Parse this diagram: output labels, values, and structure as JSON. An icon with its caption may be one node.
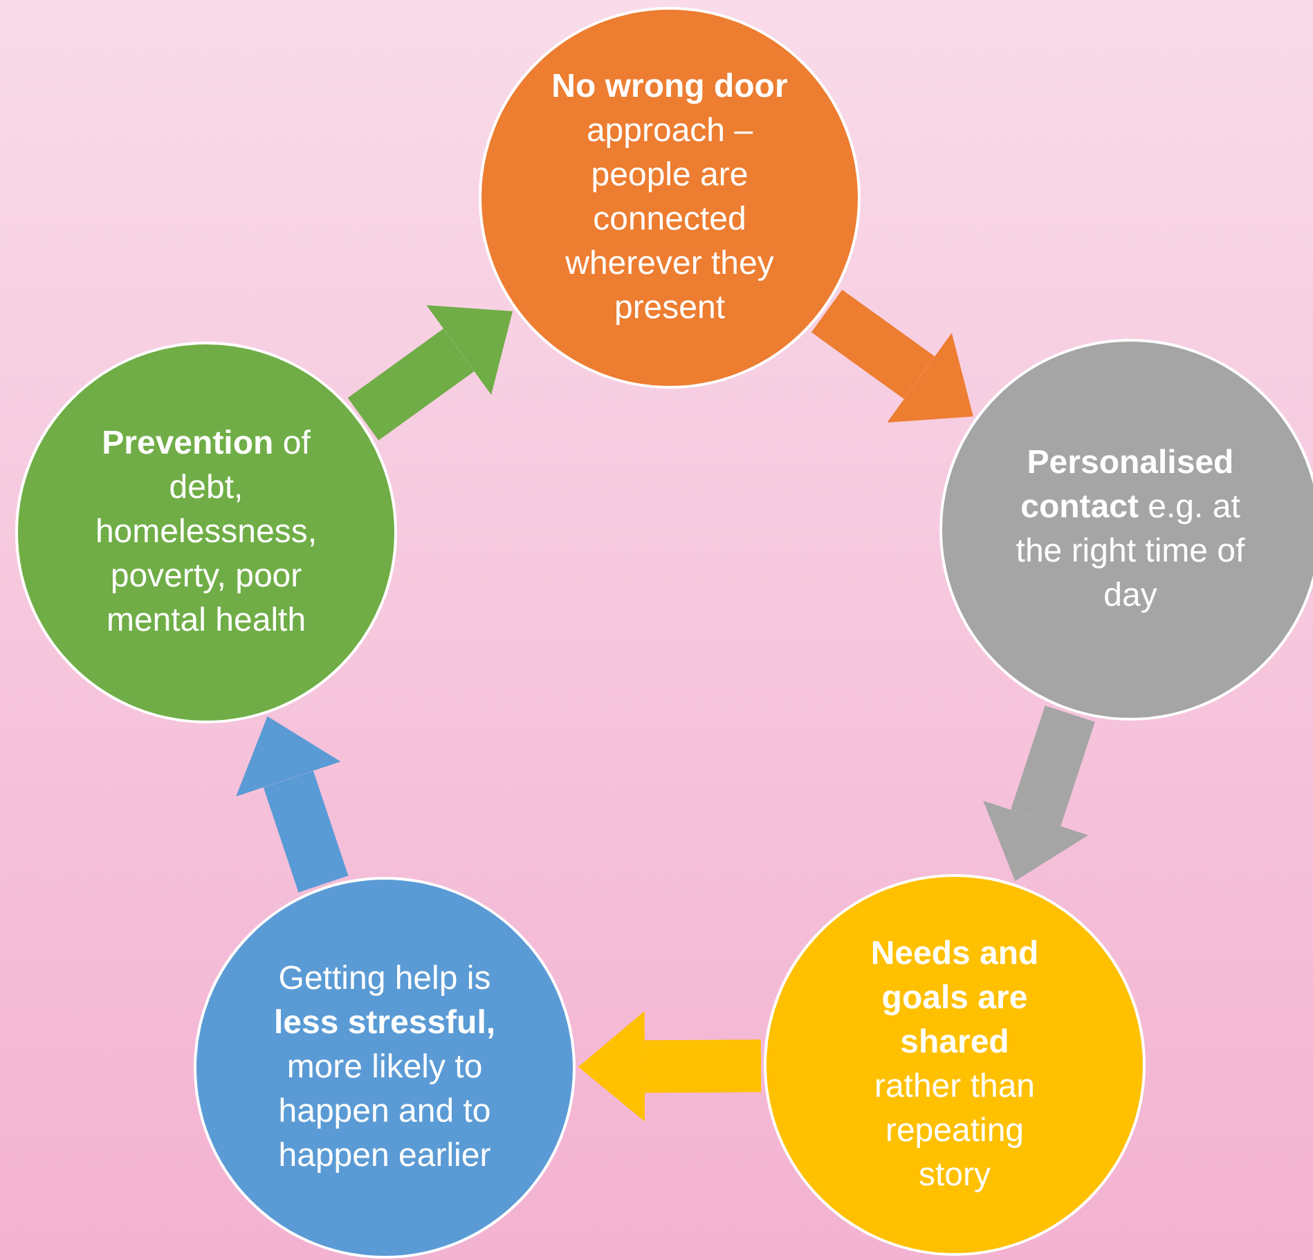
{
  "diagram": {
    "nodes": [
      {
        "text": [
          "**No wrong door** approach – people are connected wherever they present"
        ]
      },
      {
        "text": [
          "**Personalised contact** e.g. at the right time of day"
        ]
      },
      {
        "text": [
          "**Needs and goals are shared** rather than repeating story"
        ]
      },
      {
        "text": [
          "Getting help is **less stressful,** more likely to happen and to happen earlier"
        ]
      },
      {
        "text": [
          "**Prevention** of debt, homelessness, poverty, poor mental health"
        ]
      }
    ],
    "edges": [
      {
        "from": 0,
        "to": 1,
        "arrow": "to",
        "color": "#ed7d31"
      },
      {
        "from": 1,
        "to": 2,
        "arrow": "to",
        "color": "#a5a5a5"
      },
      {
        "from": 2,
        "to": 3,
        "arrow": "to",
        "color": "#ffc000"
      },
      {
        "from": 3,
        "to": 4,
        "arrow": "to",
        "color": "#5b9bd5"
      },
      {
        "from": 4,
        "to": 0,
        "arrow": "to",
        "color": "#70ad47"
      }
    ]
  }
}
